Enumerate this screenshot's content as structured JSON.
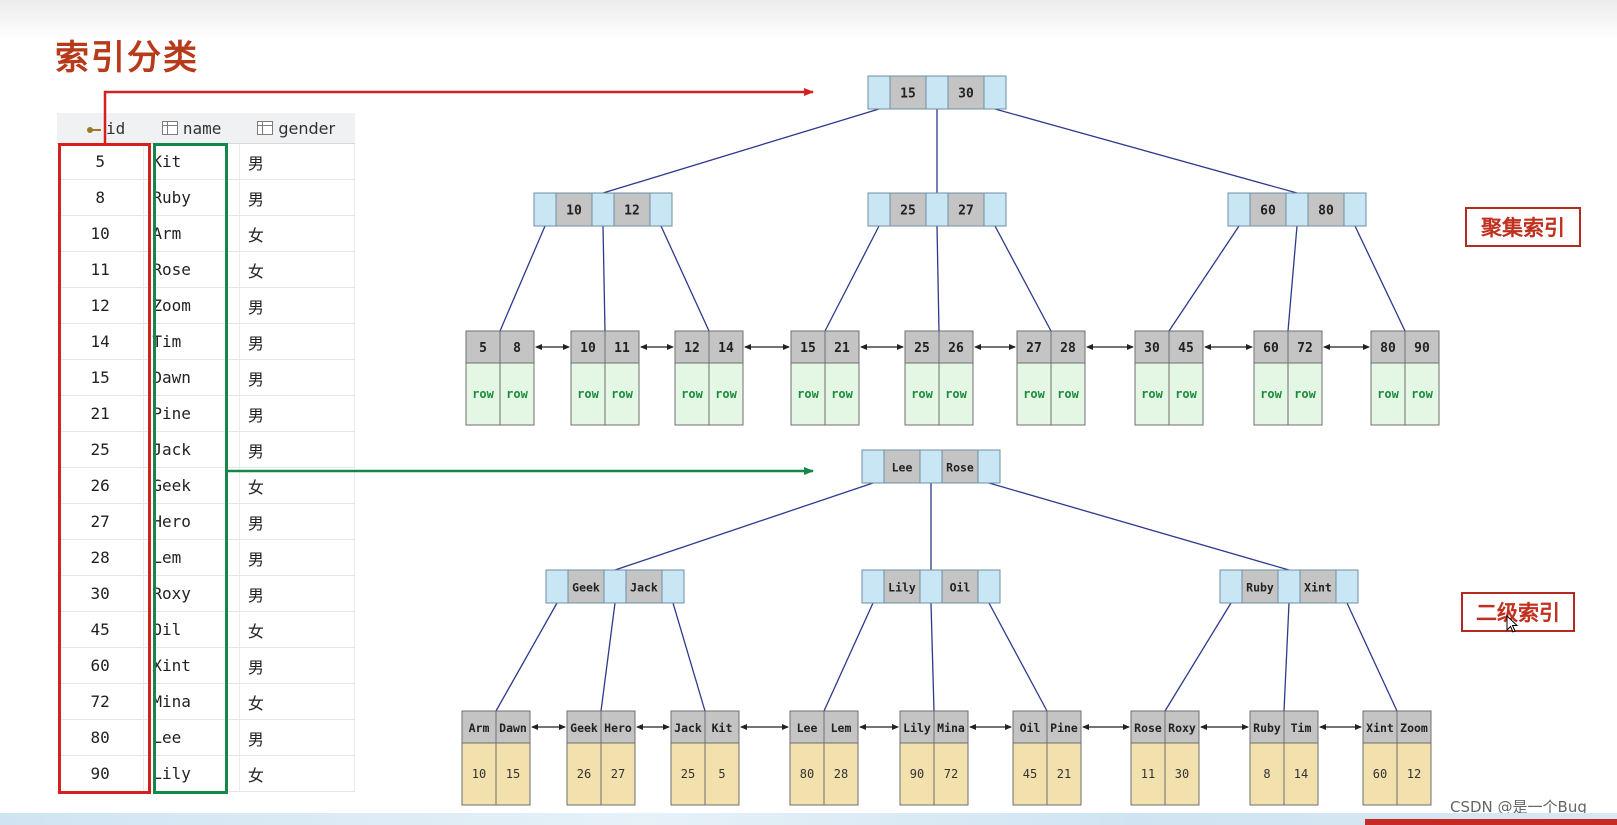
{
  "title": "索引分类",
  "table": {
    "headers": {
      "id": "id",
      "name": "name",
      "gender": "gender"
    },
    "rows": [
      {
        "id": "5",
        "name": "Kit",
        "gender": "男"
      },
      {
        "id": "8",
        "name": "Ruby",
        "gender": "男"
      },
      {
        "id": "10",
        "name": "Arm",
        "gender": "女"
      },
      {
        "id": "11",
        "name": "Rose",
        "gender": "女"
      },
      {
        "id": "12",
        "name": "Zoom",
        "gender": "男"
      },
      {
        "id": "14",
        "name": "Tim",
        "gender": "男"
      },
      {
        "id": "15",
        "name": "Dawn",
        "gender": "男"
      },
      {
        "id": "21",
        "name": "Pine",
        "gender": "男"
      },
      {
        "id": "25",
        "name": "Jack",
        "gender": "男"
      },
      {
        "id": "26",
        "name": "Geek",
        "gender": "女"
      },
      {
        "id": "27",
        "name": "Hero",
        "gender": "男"
      },
      {
        "id": "28",
        "name": "Lem",
        "gender": "男"
      },
      {
        "id": "30",
        "name": "Roxy",
        "gender": "男"
      },
      {
        "id": "45",
        "name": "Oil",
        "gender": "女"
      },
      {
        "id": "60",
        "name": "Xint",
        "gender": "男"
      },
      {
        "id": "72",
        "name": "Mina",
        "gender": "女"
      },
      {
        "id": "80",
        "name": "Lee",
        "gender": "男"
      },
      {
        "id": "90",
        "name": "Lily",
        "gender": "女"
      }
    ]
  },
  "clustered_index": {
    "label": "聚集索引",
    "root": [
      "15",
      "30"
    ],
    "internal": [
      [
        "10",
        "12"
      ],
      [
        "25",
        "27"
      ],
      [
        "60",
        "80"
      ]
    ],
    "leaves": [
      [
        "5",
        "8"
      ],
      [
        "10",
        "11"
      ],
      [
        "12",
        "14"
      ],
      [
        "15",
        "21"
      ],
      [
        "25",
        "26"
      ],
      [
        "27",
        "28"
      ],
      [
        "30",
        "45"
      ],
      [
        "60",
        "72"
      ],
      [
        "80",
        "90"
      ]
    ],
    "leaf_payload": "row"
  },
  "secondary_index": {
    "label": "二级索引",
    "root": [
      "Lee",
      "Rose"
    ],
    "internal": [
      [
        "Geek",
        "Jack"
      ],
      [
        "Lily",
        "Oil"
      ],
      [
        "Ruby",
        "Xint"
      ]
    ],
    "leaves": [
      [
        "Arm",
        "Dawn"
      ],
      [
        "Geek",
        "Hero"
      ],
      [
        "Jack",
        "Kit"
      ],
      [
        "Lee",
        "Lem"
      ],
      [
        "Lily",
        "Mina"
      ],
      [
        "Oil",
        "Pine"
      ],
      [
        "Rose",
        "Roxy"
      ],
      [
        "Ruby",
        "Tim"
      ],
      [
        "Xint",
        "Zoom"
      ]
    ],
    "leaf_ids": [
      [
        "10",
        "15"
      ],
      [
        "26",
        "27"
      ],
      [
        "25",
        "5"
      ],
      [
        "80",
        "28"
      ],
      [
        "90",
        "72"
      ],
      [
        "45",
        "21"
      ],
      [
        "11",
        "30"
      ],
      [
        "8",
        "14"
      ],
      [
        "60",
        "12"
      ]
    ]
  },
  "watermark": "CSDN @是一个Bug",
  "colors": {
    "title": "#b73a1a",
    "red_highlight": "#d32020",
    "green_highlight": "#15874a",
    "pointer_cell": "#c9e6f4",
    "key_cell": "#c4c4c4",
    "row_cell": "#e4f6e4",
    "id_cell": "#f2e0ad",
    "edge": "#2d3a8c"
  }
}
